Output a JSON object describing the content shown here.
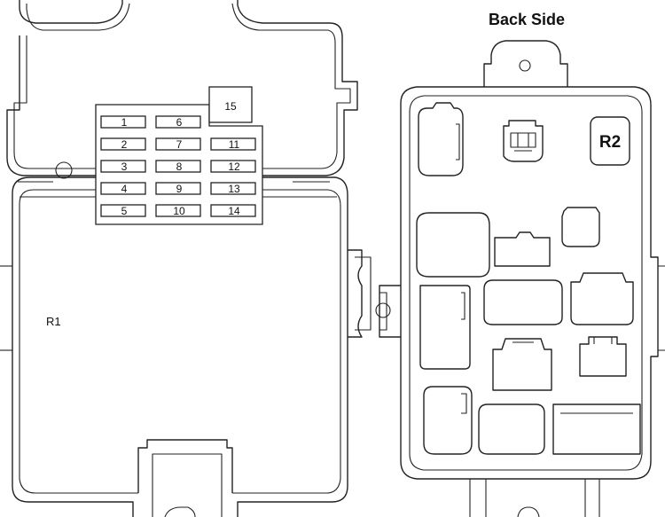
{
  "title": "Back Side",
  "front_panel": {
    "relay_label": "R1",
    "fuse_labels": [
      "1",
      "2",
      "3",
      "4",
      "5",
      "6",
      "7",
      "8",
      "9",
      "10",
      "11",
      "12",
      "13",
      "14",
      "15"
    ]
  },
  "back_panel": {
    "relay_label": "R2"
  }
}
